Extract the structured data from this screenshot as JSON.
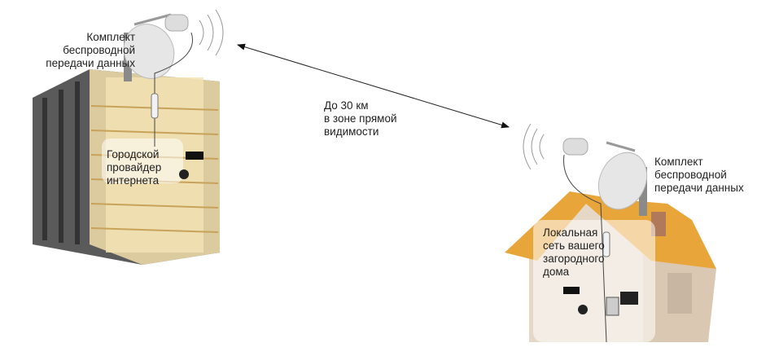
{
  "left_site": {
    "kit_label": [
      "Комплект",
      "беспроводной",
      "передачи данных"
    ],
    "provider_label": [
      "Городской",
      "провайдер",
      "интернета"
    ]
  },
  "link": {
    "distance_label": [
      "До 30 км",
      "в зоне прямой",
      "видимости"
    ]
  },
  "right_site": {
    "kit_label": [
      "Комплект",
      "беспроводной",
      "передачи данных"
    ],
    "lan_label": [
      "Локальная",
      "сеть вашего",
      "загородного",
      "дома"
    ]
  },
  "colors": {
    "roof": "#e8a53a",
    "building": "#5a5a5a",
    "wall": "#e6d8c6",
    "dish": "#e6e6e6"
  }
}
